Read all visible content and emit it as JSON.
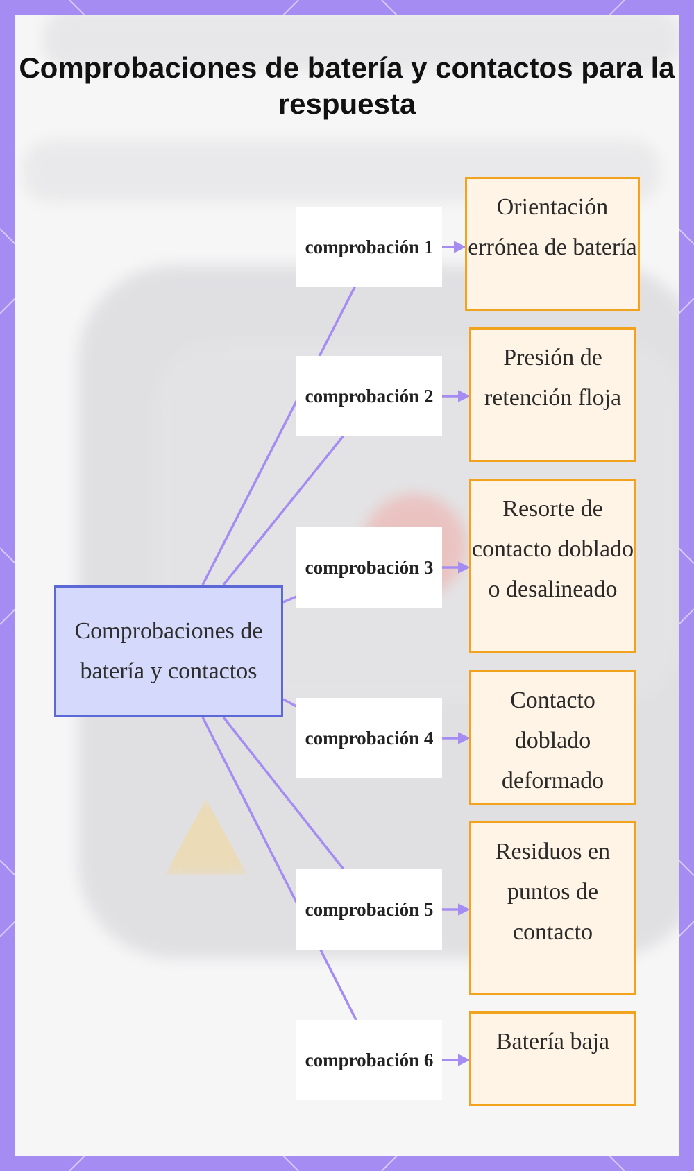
{
  "title": "Comprobaciones de batería y contactos para la respuesta",
  "root": {
    "label": "Comprobaciones de batería y contactos"
  },
  "branches": [
    {
      "edge": "comprobación 1",
      "leaf": "Orientación errónea de batería"
    },
    {
      "edge": "comprobación 2",
      "leaf": "Presión de retención floja"
    },
    {
      "edge": "comprobación 3",
      "leaf": "Resorte de contacto doblado o desalineado"
    },
    {
      "edge": "comprobación 4",
      "leaf": "Contacto doblado deformado"
    },
    {
      "edge": "comprobación 5",
      "leaf": "Residuos en puntos de contacto"
    },
    {
      "edge": "comprobación 6",
      "leaf": "Batería baja"
    }
  ],
  "colors": {
    "frame": "#a58cf3",
    "line": "#a58cf3",
    "root_fill": "#d5d9fb",
    "root_border": "#5c68d6",
    "leaf_fill": "#fff4e5",
    "leaf_border": "#f2a31e"
  }
}
